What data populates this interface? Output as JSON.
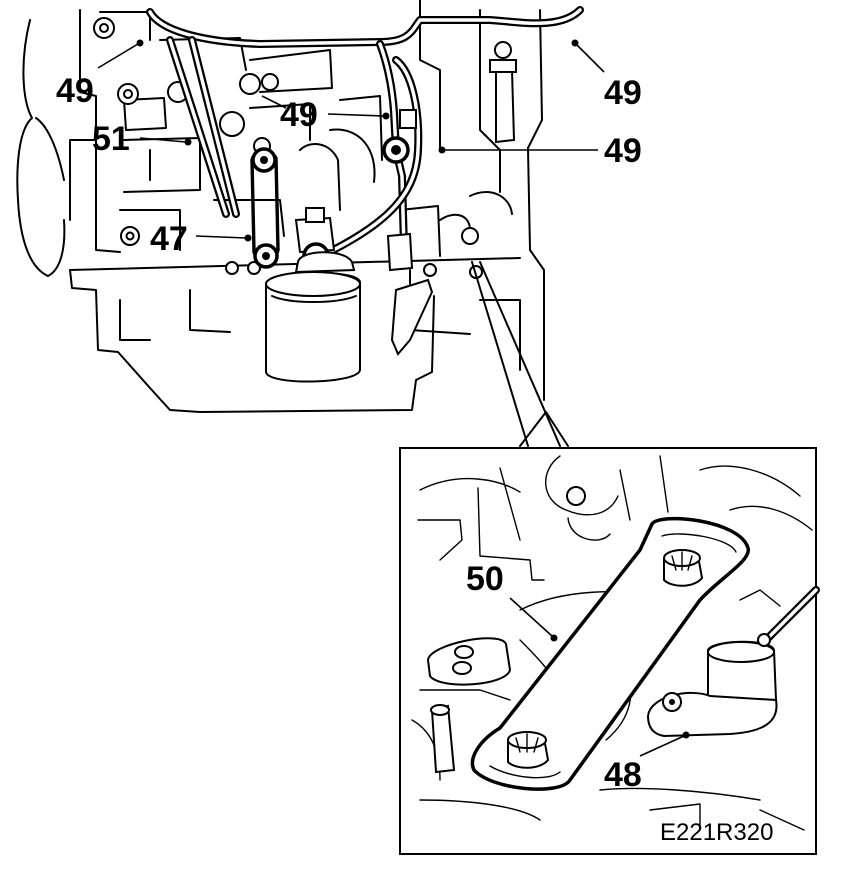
{
  "callouts": {
    "c49_top_left": "49",
    "c49_top_right": "49",
    "c49_center": "49",
    "c49_right": "49",
    "c51": "51",
    "c47": "47",
    "c50": "50",
    "c48": "48"
  },
  "figure_code": "E221R320"
}
